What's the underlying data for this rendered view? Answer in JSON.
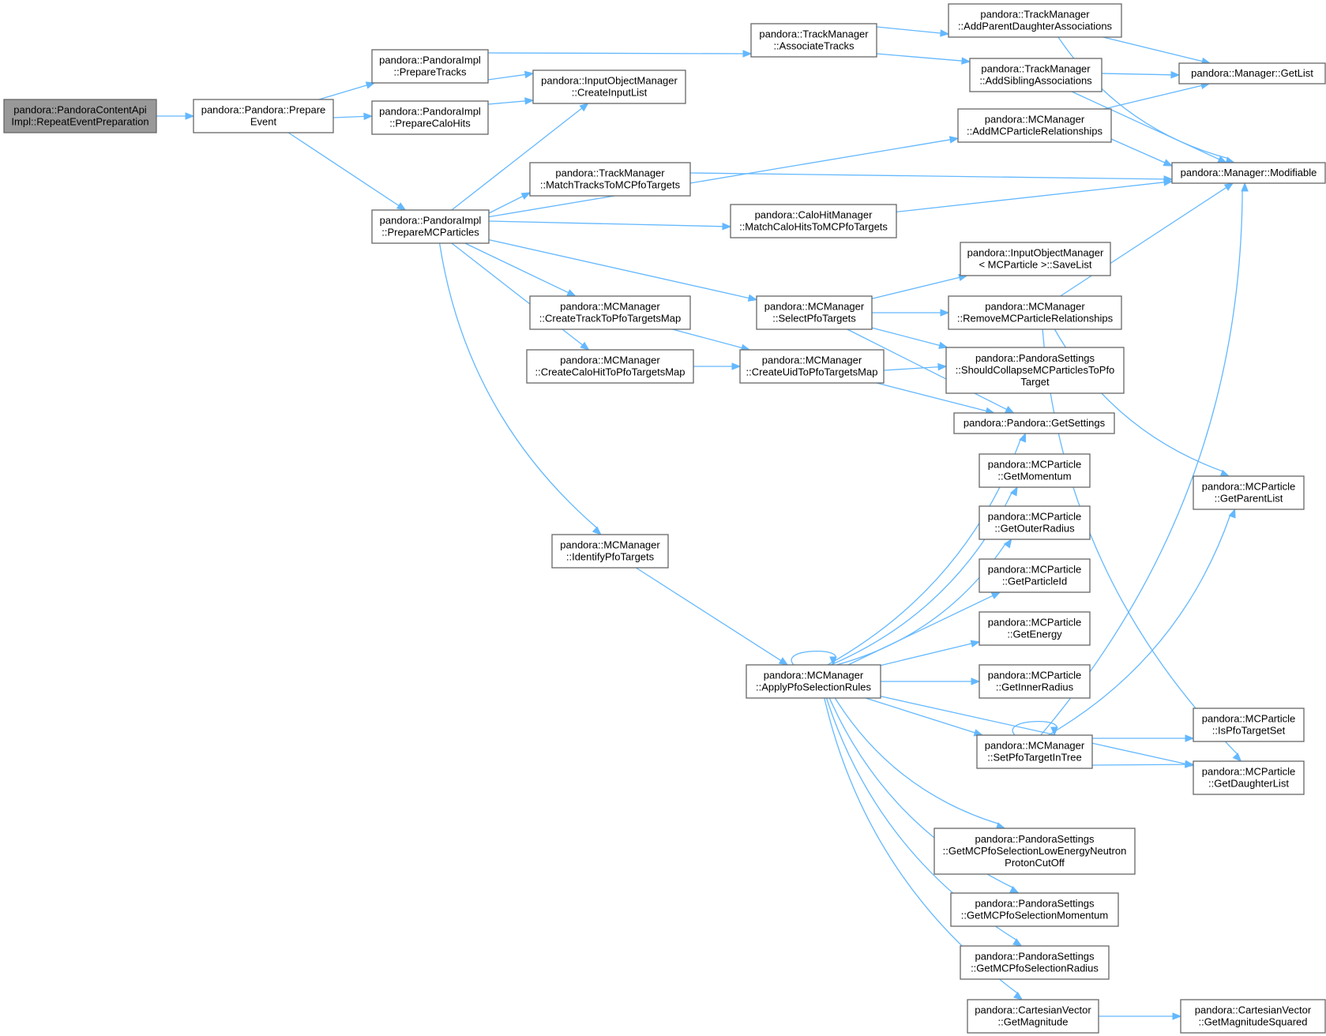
{
  "graph": {
    "colors": {
      "edge": "#63b8ff",
      "node_border": "#666666",
      "root_fill": "#999999",
      "node_fill": "#ffffff"
    },
    "nodes": [
      {
        "id": "root",
        "lines": [
          "pandora::PandoraContentApi",
          "Impl::RepeatEventPreparation"
        ],
        "root": true
      },
      {
        "id": "prepareEvent",
        "lines": [
          "pandora::Pandora::Prepare",
          "Event"
        ]
      },
      {
        "id": "prepareTracks",
        "lines": [
          "pandora::PandoraImpl",
          "::PrepareTracks"
        ]
      },
      {
        "id": "prepareCaloHits",
        "lines": [
          "pandora::PandoraImpl",
          "::PrepareCaloHits"
        ]
      },
      {
        "id": "prepareMCParticles",
        "lines": [
          "pandora::PandoraImpl",
          "::PrepareMCParticles"
        ]
      },
      {
        "id": "createInputList",
        "lines": [
          "pandora::InputObjectManager",
          "::CreateInputList"
        ]
      },
      {
        "id": "associateTracks",
        "lines": [
          "pandora::TrackManager",
          "::AssociateTracks"
        ]
      },
      {
        "id": "addParentDaughter",
        "lines": [
          "pandora::TrackManager",
          "::AddParentDaughterAssociations"
        ]
      },
      {
        "id": "addSibling",
        "lines": [
          "pandora::TrackManager",
          "::AddSiblingAssociations"
        ]
      },
      {
        "id": "getList",
        "lines": [
          "pandora::Manager::GetList"
        ]
      },
      {
        "id": "addMCRel",
        "lines": [
          "pandora::MCManager",
          "::AddMCParticleRelationships"
        ]
      },
      {
        "id": "modifiable",
        "lines": [
          "pandora::Manager::Modifiable"
        ]
      },
      {
        "id": "matchTracks",
        "lines": [
          "pandora::TrackManager",
          "::MatchTracksToMCPfoTargets"
        ]
      },
      {
        "id": "matchCaloHits",
        "lines": [
          "pandora::CaloHitManager",
          "::MatchCaloHitsToMCPfoTargets"
        ]
      },
      {
        "id": "saveList",
        "lines": [
          "pandora::InputObjectManager",
          "< MCParticle >::SaveList"
        ]
      },
      {
        "id": "selectPfo",
        "lines": [
          "pandora::MCManager",
          "::SelectPfoTargets"
        ]
      },
      {
        "id": "removeMCRel",
        "lines": [
          "pandora::MCManager",
          "::RemoveMCParticleRelationships"
        ]
      },
      {
        "id": "createTrackMap",
        "lines": [
          "pandora::MCManager",
          "::CreateTrackToPfoTargetsMap"
        ]
      },
      {
        "id": "createCaloMap",
        "lines": [
          "pandora::MCManager",
          "::CreateCaloHitToPfoTargetsMap"
        ]
      },
      {
        "id": "createUidMap",
        "lines": [
          "pandora::MCManager",
          "::CreateUidToPfoTargetsMap"
        ]
      },
      {
        "id": "shouldCollapse",
        "lines": [
          "pandora::PandoraSettings",
          "::ShouldCollapseMCParticlesToPfo",
          "Target"
        ]
      },
      {
        "id": "getSettings",
        "lines": [
          "pandora::Pandora::GetSettings"
        ]
      },
      {
        "id": "getMomentum",
        "lines": [
          "pandora::MCParticle",
          "::GetMomentum"
        ]
      },
      {
        "id": "getParentList",
        "lines": [
          "pandora::MCParticle",
          "::GetParentList"
        ]
      },
      {
        "id": "getOuterRadius",
        "lines": [
          "pandora::MCParticle",
          "::GetOuterRadius"
        ]
      },
      {
        "id": "identifyPfo",
        "lines": [
          "pandora::MCManager",
          "::IdentifyPfoTargets"
        ]
      },
      {
        "id": "getParticleId",
        "lines": [
          "pandora::MCParticle",
          "::GetParticleId"
        ]
      },
      {
        "id": "getEnergy",
        "lines": [
          "pandora::MCParticle",
          "::GetEnergy"
        ]
      },
      {
        "id": "applyPfo",
        "lines": [
          "pandora::MCManager",
          "::ApplyPfoSelectionRules"
        ]
      },
      {
        "id": "getInnerRadius",
        "lines": [
          "pandora::MCParticle",
          "::GetInnerRadius"
        ]
      },
      {
        "id": "isPfoTargetSet",
        "lines": [
          "pandora::MCParticle",
          "::IsPfoTargetSet"
        ]
      },
      {
        "id": "setPfoTarget",
        "lines": [
          "pandora::MCManager",
          "::SetPfoTargetInTree"
        ]
      },
      {
        "id": "getDaughterList",
        "lines": [
          "pandora::MCParticle",
          "::GetDaughterList"
        ]
      },
      {
        "id": "getLowEnergy",
        "lines": [
          "pandora::PandoraSettings",
          "::GetMCPfoSelectionLowEnergyNeutron",
          "ProtonCutOff"
        ]
      },
      {
        "id": "getSelMomentum",
        "lines": [
          "pandora::PandoraSettings",
          "::GetMCPfoSelectionMomentum"
        ]
      },
      {
        "id": "getSelRadius",
        "lines": [
          "pandora::PandoraSettings",
          "::GetMCPfoSelectionRadius"
        ]
      },
      {
        "id": "getMagnitude",
        "lines": [
          "pandora::CartesianVector",
          "::GetMagnitude"
        ]
      },
      {
        "id": "getMagSquared",
        "lines": [
          "pandora::CartesianVector",
          "::GetMagnitudeSquared"
        ]
      }
    ],
    "edges": [
      {
        "from": "root",
        "to": "prepareEvent"
      },
      {
        "from": "prepareEvent",
        "to": "prepareTracks"
      },
      {
        "from": "prepareEvent",
        "to": "prepareCaloHits"
      },
      {
        "from": "prepareEvent",
        "to": "prepareMCParticles"
      },
      {
        "from": "prepareTracks",
        "to": "associateTracks"
      },
      {
        "from": "prepareTracks",
        "to": "createInputList"
      },
      {
        "from": "prepareCaloHits",
        "to": "createInputList"
      },
      {
        "from": "prepareMCParticles",
        "to": "createInputList"
      },
      {
        "from": "prepareMCParticles",
        "to": "addMCRel"
      },
      {
        "from": "prepareMCParticles",
        "to": "matchTracks"
      },
      {
        "from": "prepareMCParticles",
        "to": "matchCaloHits"
      },
      {
        "from": "prepareMCParticles",
        "to": "selectPfo"
      },
      {
        "from": "prepareMCParticles",
        "to": "createTrackMap"
      },
      {
        "from": "prepareMCParticles",
        "to": "createCaloMap"
      },
      {
        "from": "prepareMCParticles",
        "to": "identifyPfo"
      },
      {
        "from": "associateTracks",
        "to": "addParentDaughter"
      },
      {
        "from": "associateTracks",
        "to": "addSibling"
      },
      {
        "from": "addParentDaughter",
        "to": "getList"
      },
      {
        "from": "addParentDaughter",
        "to": "modifiable"
      },
      {
        "from": "addSibling",
        "to": "getList"
      },
      {
        "from": "addSibling",
        "to": "modifiable"
      },
      {
        "from": "addMCRel",
        "to": "getList"
      },
      {
        "from": "addMCRel",
        "to": "modifiable"
      },
      {
        "from": "matchTracks",
        "to": "modifiable"
      },
      {
        "from": "matchCaloHits",
        "to": "modifiable"
      },
      {
        "from": "selectPfo",
        "to": "saveList"
      },
      {
        "from": "selectPfo",
        "to": "removeMCRel"
      },
      {
        "from": "selectPfo",
        "to": "shouldCollapse"
      },
      {
        "from": "selectPfo",
        "to": "getSettings"
      },
      {
        "from": "removeMCRel",
        "to": "modifiable"
      },
      {
        "from": "removeMCRel",
        "to": "getParentList"
      },
      {
        "from": "removeMCRel",
        "to": "getDaughterList"
      },
      {
        "from": "createTrackMap",
        "to": "createUidMap"
      },
      {
        "from": "createCaloMap",
        "to": "createUidMap"
      },
      {
        "from": "createUidMap",
        "to": "shouldCollapse"
      },
      {
        "from": "createUidMap",
        "to": "getSettings"
      },
      {
        "from": "identifyPfo",
        "to": "applyPfo"
      },
      {
        "from": "applyPfo",
        "to": "applyPfo"
      },
      {
        "from": "applyPfo",
        "to": "getSettings"
      },
      {
        "from": "applyPfo",
        "to": "getMomentum"
      },
      {
        "from": "applyPfo",
        "to": "getOuterRadius"
      },
      {
        "from": "applyPfo",
        "to": "getParticleId"
      },
      {
        "from": "applyPfo",
        "to": "getEnergy"
      },
      {
        "from": "applyPfo",
        "to": "getInnerRadius"
      },
      {
        "from": "applyPfo",
        "to": "setPfoTarget"
      },
      {
        "from": "applyPfo",
        "to": "getDaughterList"
      },
      {
        "from": "applyPfo",
        "to": "getLowEnergy"
      },
      {
        "from": "applyPfo",
        "to": "getSelMomentum"
      },
      {
        "from": "applyPfo",
        "to": "getSelRadius"
      },
      {
        "from": "applyPfo",
        "to": "getMagnitude"
      },
      {
        "from": "setPfoTarget",
        "to": "setPfoTarget"
      },
      {
        "from": "setPfoTarget",
        "to": "isPfoTargetSet"
      },
      {
        "from": "setPfoTarget",
        "to": "getDaughterList"
      },
      {
        "from": "setPfoTarget",
        "to": "getParentList"
      },
      {
        "from": "setPfoTarget",
        "to": "modifiable"
      },
      {
        "from": "getMagnitude",
        "to": "getMagSquared"
      }
    ]
  }
}
